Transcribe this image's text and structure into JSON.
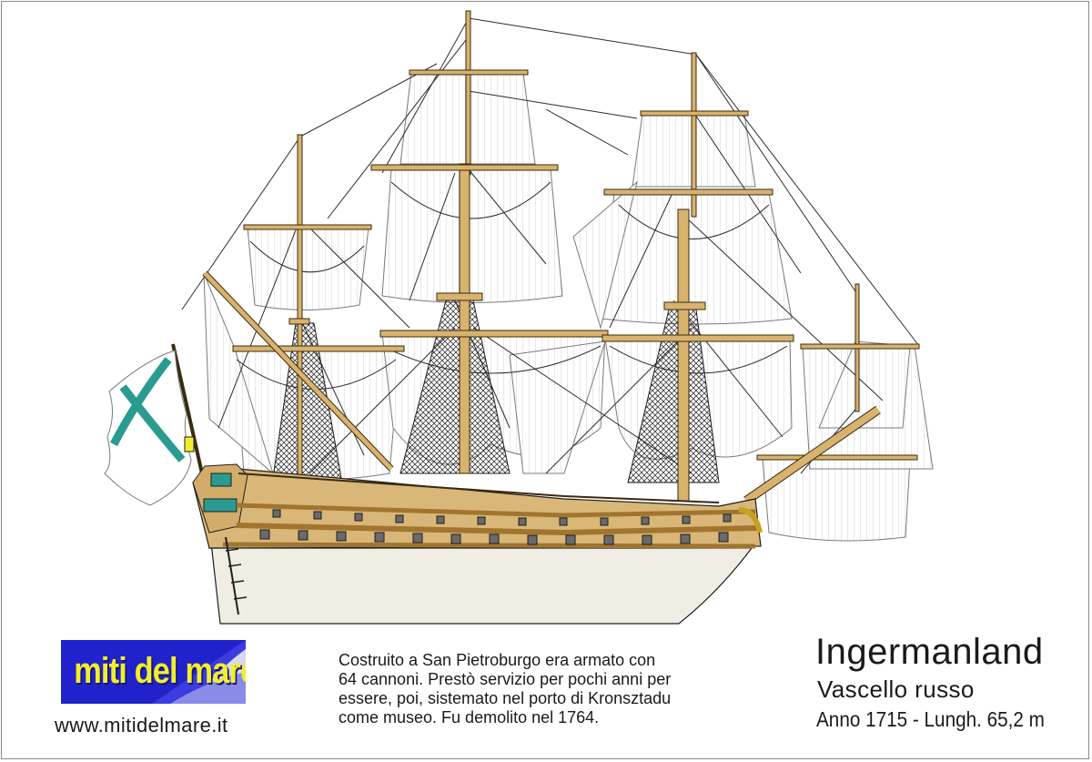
{
  "logo": {
    "text": "miti del mare"
  },
  "website": {
    "url": "www.mitidelmare.it"
  },
  "description": {
    "lines": [
      "Costruito a San Pietroburgo era armato con",
      "64 cannoni. Prestò servizio per pochi anni per",
      "essere, poi, sistemato nel porto di Kronsztadu",
      "come museo. Fu demolito nel 1764."
    ]
  },
  "ship": {
    "name": "Ingermanland",
    "type": "Vascello russo",
    "specs": "Anno 1715 - Lungh. 65,2 m"
  },
  "colors": {
    "hull_white": "#f0ede4",
    "hull_wood": "#d9b778",
    "wale_brown": "#a1752e",
    "mast_wood": "#d8b36e",
    "sail": "#ffffff",
    "flag_green": "#2b9b92",
    "logo_blue": "#2222cc",
    "logo_yellow": "#f2ef2a"
  }
}
